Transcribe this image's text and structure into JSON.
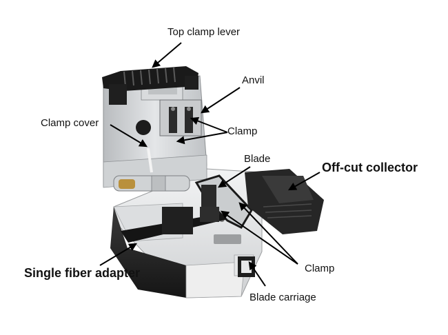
{
  "labels": {
    "top_clamp_lever": "Top clamp lever",
    "anvil": "Anvil",
    "clamp_cover": "Clamp cover",
    "clamp_upper": "Clamp",
    "blade": "Blade",
    "offcut_collector": "Off-cut collector",
    "clamp_lower": "Clamp",
    "single_fiber_adapter": "Single fiber adapter",
    "blade_carriage": "Blade carriage"
  },
  "colors": {
    "background": "#ffffff",
    "text": "#111111",
    "body_silver": "#d4d6d8",
    "body_dark": "#2a2a2a",
    "base_light": "#e9eaeb",
    "arrow": "#000000"
  }
}
